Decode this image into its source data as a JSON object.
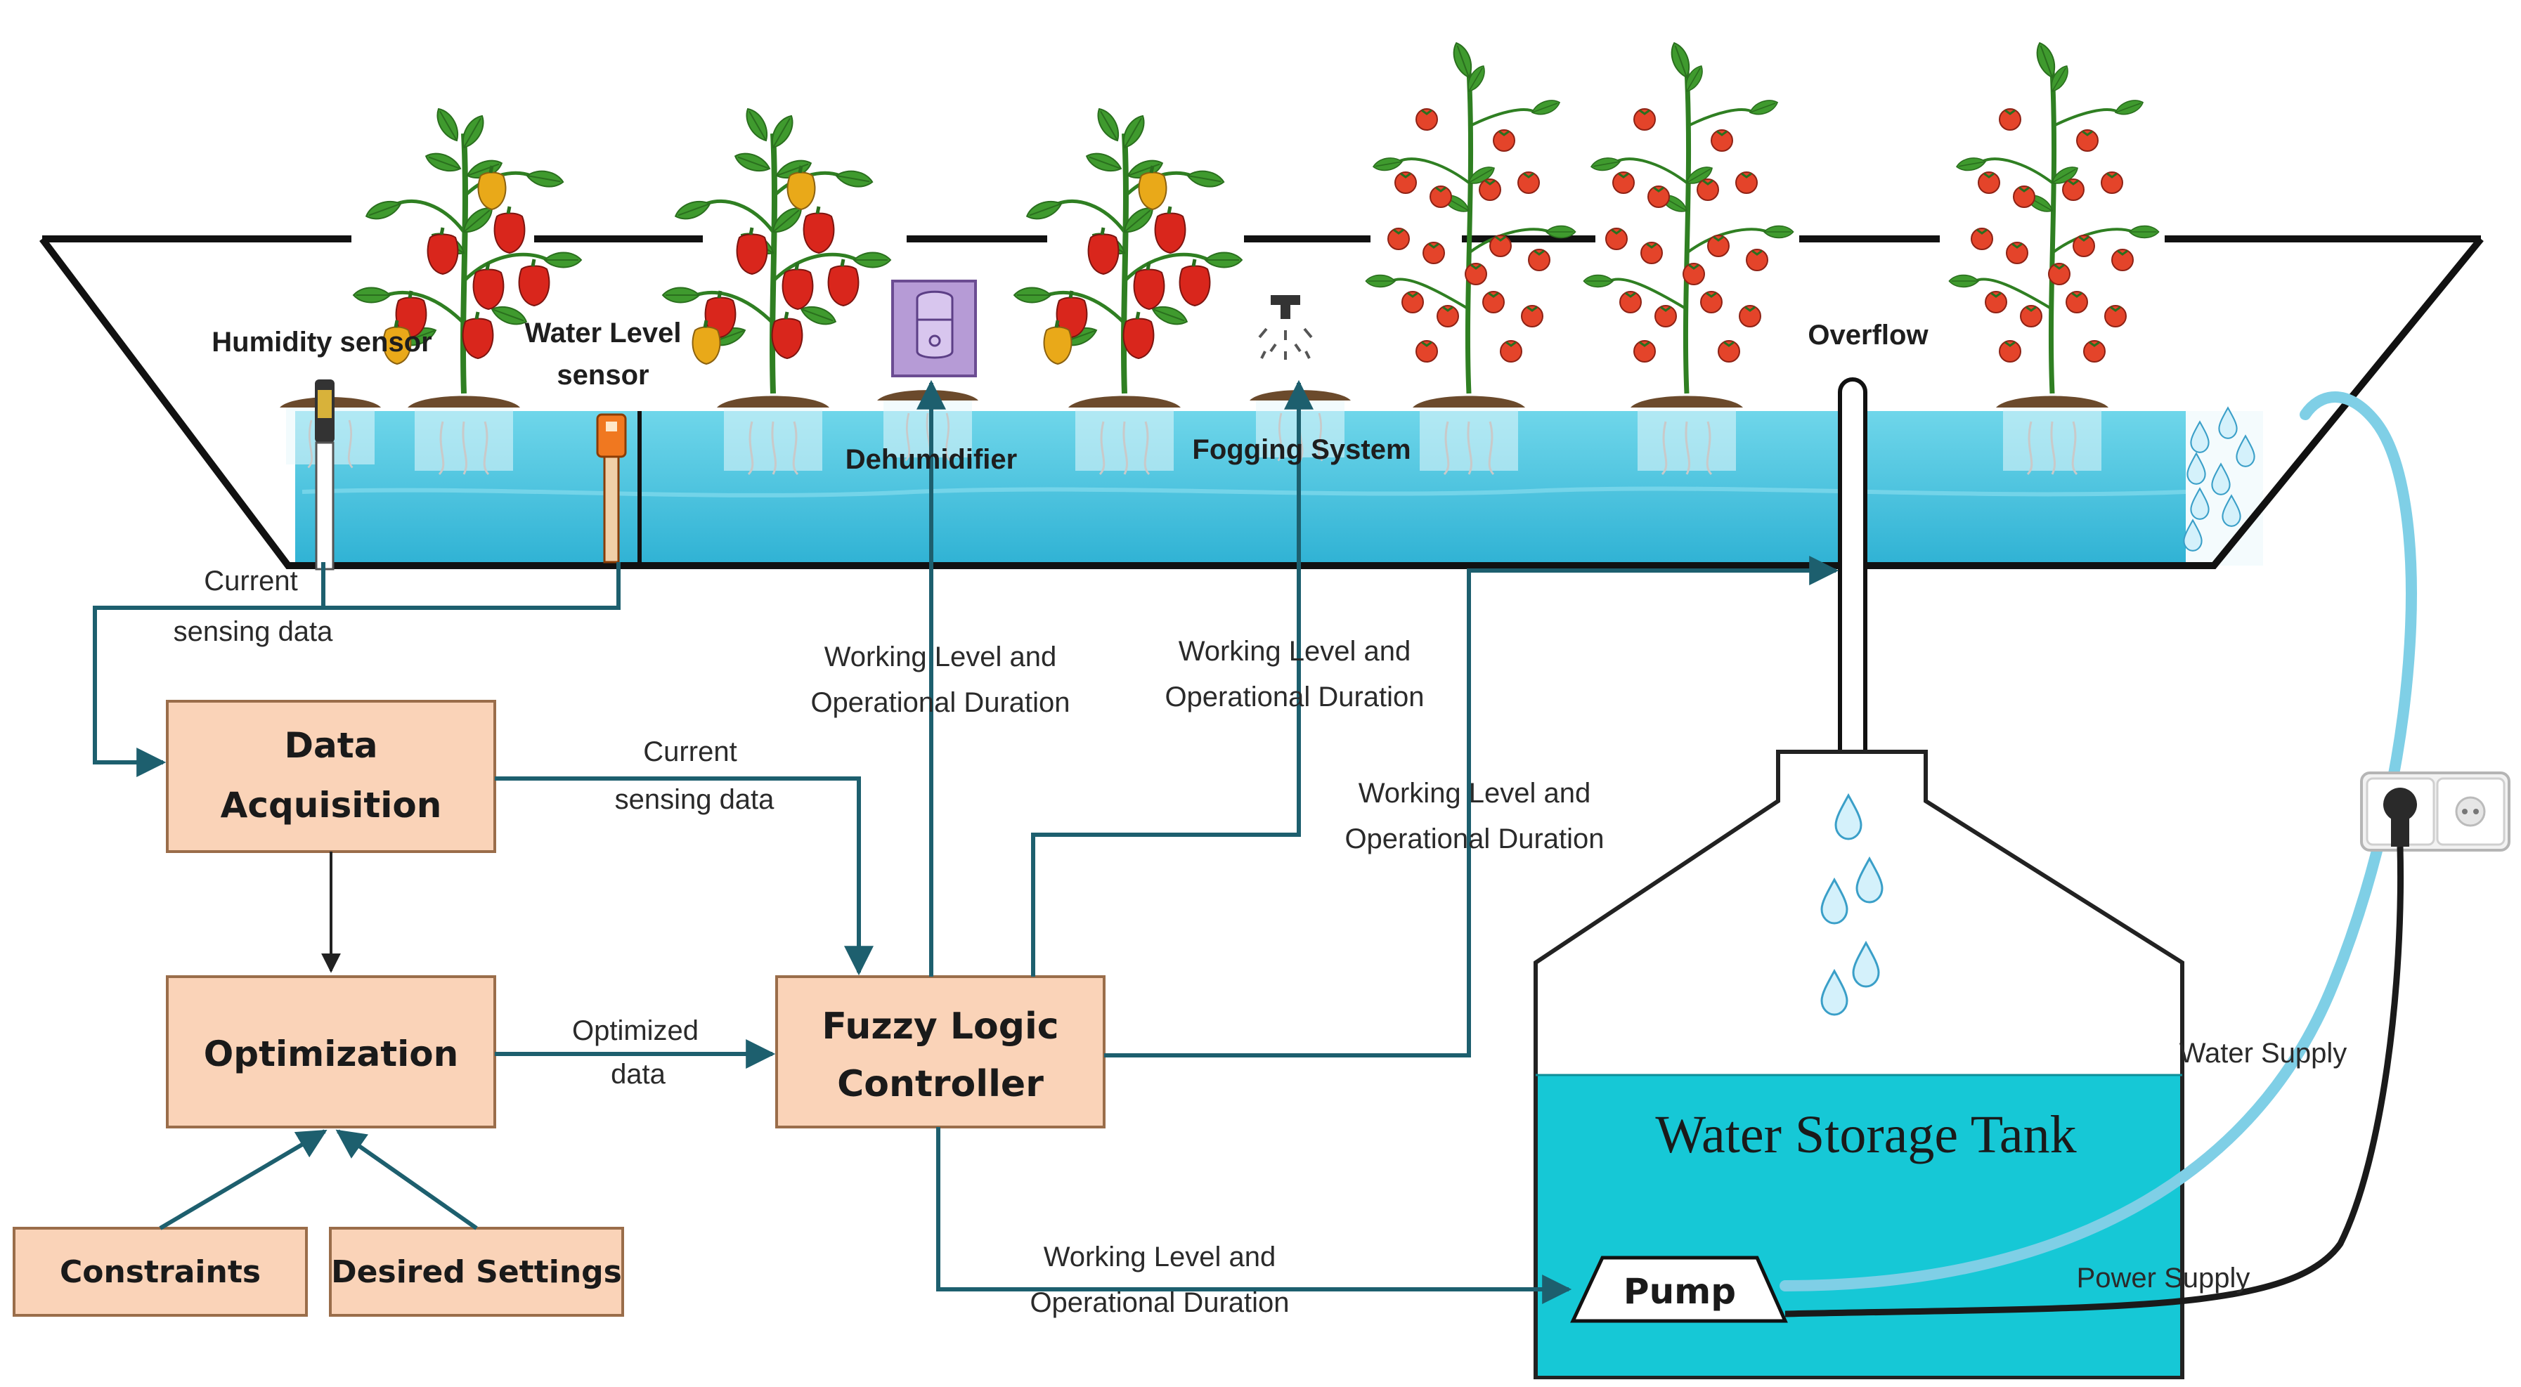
{
  "diagram": {
    "sensors": {
      "humidity": "Humidity sensor",
      "water_level_line1": "Water Level",
      "water_level_line2": "sensor"
    },
    "devices": {
      "dehumidifier": "Dehumidifier",
      "fogging": "Fogging System",
      "overflow": "Overflow"
    },
    "boxes": {
      "data_acquisition_line1": "Data",
      "data_acquisition_line2": "Acquisition",
      "optimization": "Optimization",
      "fuzzy_line1": "Fuzzy Logic",
      "fuzzy_line2": "Controller",
      "constraints": "Constraints",
      "desired_settings": "Desired Settings",
      "pump": "Pump",
      "tank": "Water Storage Tank"
    },
    "arrow_labels": {
      "current_1": "Current",
      "sensing_1": "sensing data",
      "current_2": "Current",
      "sensing_2": "sensing data",
      "optimized_1": "Optimized",
      "optimized_2": "data",
      "work_dehum_1": "Working Level and",
      "work_dehum_2": "Operational Duration",
      "work_fog_1": "Working Level and",
      "work_fog_2": "Operational Duration",
      "work_overflow_1": "Working Level and",
      "work_overflow_2": "Operational Duration",
      "work_pump_1": "Working Level and",
      "work_pump_2": "Operational Duration",
      "water_supply": "Water Supply",
      "power_supply": "Power Supply"
    },
    "colors": {
      "box_fill": "#fad3b8",
      "box_stroke": "#9a6d4a",
      "arrow": "#1d5f6e",
      "water": "#3dc1dc",
      "tank_water": "#16c8d6",
      "hose": "#7fcfe6",
      "leaf": "#3f9a2e",
      "pepper_red": "#d9261c",
      "pepper_yellow": "#e9a919",
      "tomato": "#e4442a"
    }
  }
}
